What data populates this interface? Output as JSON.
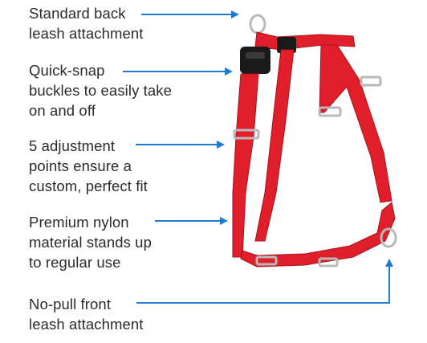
{
  "colors": {
    "arrow": "#1f7bd1",
    "strap": "#e01f2b",
    "strap_shadow": "#a9121c",
    "buckle": "#1a1a1a",
    "ring": "#b9b9b9",
    "text": "#2b2b2b"
  },
  "callouts": [
    {
      "id": "back-attachment",
      "lines": [
        "Standard back",
        "leash attachment"
      ]
    },
    {
      "id": "quick-snap",
      "lines": [
        "Quick-snap",
        "buckles to easily take",
        "on and off"
      ]
    },
    {
      "id": "adjustment",
      "lines": [
        "5 adjustment",
        "points ensure a",
        "custom, perfect fit"
      ]
    },
    {
      "id": "nylon",
      "lines": [
        "Premium nylon",
        "material stands up",
        "to regular use"
      ]
    },
    {
      "id": "front-attachment",
      "lines": [
        "No-pull front",
        "leash attachment"
      ]
    }
  ]
}
